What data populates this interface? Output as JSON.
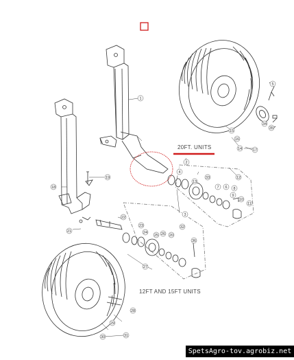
{
  "labels": {
    "unit_20ft": "20FT. UNITS",
    "unit_12_15ft": "12FT AND 15FT UNITS"
  },
  "callouts": [
    "1",
    "2",
    "3",
    "4",
    "5",
    "6",
    "7",
    "8",
    "9",
    "10",
    "11",
    "12",
    "13",
    "14",
    "15",
    "16",
    "17",
    "18",
    "19",
    "20",
    "21",
    "22",
    "23",
    "24",
    "25",
    "26",
    "27",
    "28",
    "29",
    "30",
    "31",
    "32",
    "33",
    "34",
    "35",
    "36"
  ],
  "watermark": "SpetsAgro-tov.agrobiz.net",
  "colors": {
    "highlight_red": "#d01c1c",
    "line": "#333333"
  }
}
